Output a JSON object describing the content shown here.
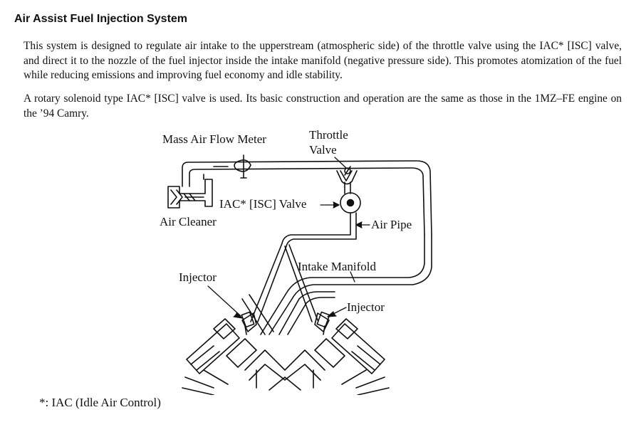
{
  "document": {
    "title": "Air Assist Fuel Injection System",
    "paragraphs": [
      "This system is designed to regulate air intake to the upperstream (atmospheric side) of the throttle valve using the IAC* [ISC] valve, and direct it to the nozzle of the fuel injector inside the intake manifold (negative pressure side). This promotes atomization of the fuel while reducing emissions and improving fuel economy and idle stability.",
      "A rotary solenoid type IAC* [ISC] valve is used. Its basic construction and operation are the same as those in the 1MZ–FE engine on the ’94 Camry."
    ],
    "footnote": "*: IAC (Idle Air Control)"
  },
  "diagram": {
    "labels": {
      "mass_air_flow_meter": "Mass Air Flow Meter",
      "throttle_valve": "Throttle\nValve",
      "iac_valve": "IAC* [ISC] Valve",
      "air_cleaner": "Air Cleaner",
      "air_pipe": "Air Pipe",
      "intake_manifold": "Intake Manifold",
      "injector_left": "Injector",
      "injector_right": "Injector"
    }
  }
}
